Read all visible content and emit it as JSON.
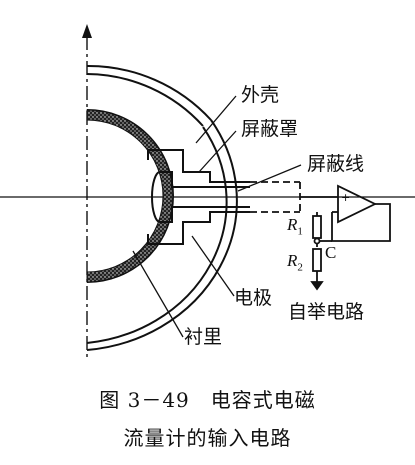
{
  "labels": {
    "shell": "外壳",
    "shield_cover": "屏蔽罩",
    "shield_wire": "屏蔽线",
    "electrode": "电极",
    "lining": "衬里",
    "bootstrap": "自举电路",
    "r1_letter": "R",
    "r1_sub": "1",
    "r2_letter": "R",
    "r2_sub": "2",
    "node_c": "C"
  },
  "caption": {
    "line1": "图 3－49　电容式电磁",
    "line2": "流量计的输入电路"
  }
}
